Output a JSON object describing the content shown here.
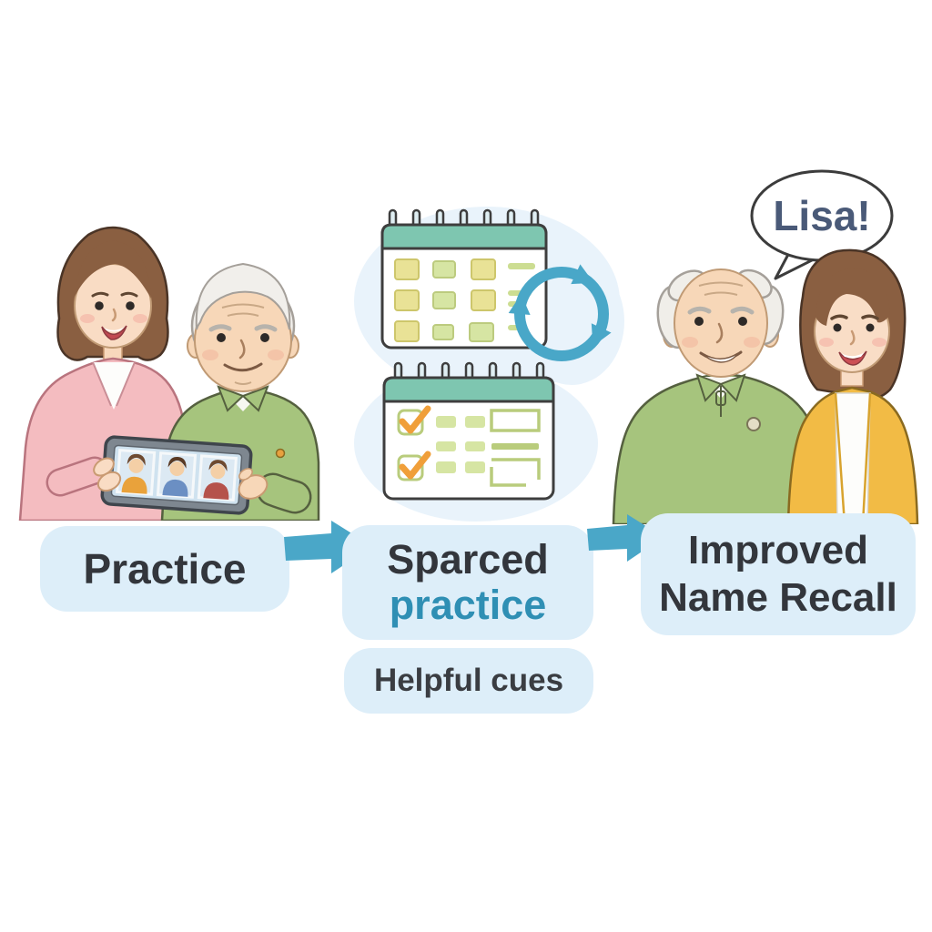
{
  "diagram": {
    "steps": [
      {
        "id": "practice",
        "label": "Practice"
      },
      {
        "id": "spaced-practice",
        "label_line1": "Sparced",
        "label_line2": "practice"
      },
      {
        "id": "improved-name-recall",
        "label_line1": "Improved",
        "label_line2": "Name Recall"
      }
    ],
    "extra_label": "Helpful cues",
    "speech_bubble": "Lisa!"
  },
  "colors": {
    "label_box_bg": "#ddeef9",
    "flow_arrow": "#4aa7c8",
    "text_primary": "#33363c",
    "text_accent_teal": "#2f8fb4",
    "speech_text": "#4a5a78",
    "calendar_header_teal": "#7ec6b0",
    "calendar_cell_yellow": "#e9e296",
    "calendar_cell_green": "#d6e5a3",
    "checkmark_orange": "#f09f3a",
    "cycle_arrow": "#49a7c8",
    "shirt_green": "#a6c47d",
    "jacket_pink": "#f4bcc0",
    "cardigan_yellow": "#f2bb45",
    "hair_brown": "#8a5f41",
    "hair_white": "#f0eee9",
    "skin": "#f8dcbf",
    "tablet_frame": "#7e8790",
    "tablet_screen": "#cfe2ef",
    "background_blob_blue": "#e9f3fb"
  },
  "icons": [
    {
      "name": "calendar-grid-icon"
    },
    {
      "name": "calendar-checklist-icon"
    },
    {
      "name": "cycle-arrows-icon"
    },
    {
      "name": "speech-bubble"
    },
    {
      "name": "flow-arrow"
    }
  ]
}
